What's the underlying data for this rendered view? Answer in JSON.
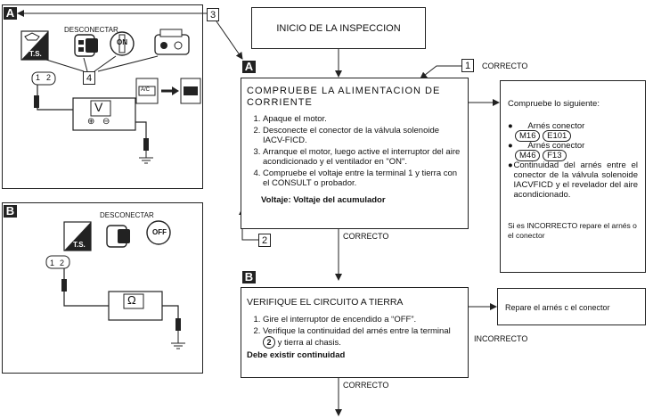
{
  "left": {
    "panel_a": {
      "tag": "A",
      "desconectar": "DESCONECTAR",
      "ts": "T.S.",
      "on": "ON",
      "callout": "4",
      "pins": [
        "1",
        "2"
      ],
      "meter": "V",
      "plus": "⊕",
      "minus": "⊖",
      "ac": "A/C"
    },
    "panel_b": {
      "tag": "B",
      "desconectar": "DESCONECTAR",
      "ts": "T.S.",
      "off": "OFF",
      "pins": [
        "1",
        "2"
      ],
      "meter": "Ω"
    }
  },
  "flow": {
    "start": "INICIO DE LA INSPECCION",
    "callout_3": "3",
    "callout_1": "1",
    "callout_2": "2",
    "correcto_top": "CORRECTO",
    "step_a": {
      "tag": "A",
      "title": "COMPRUEBE LA ALIMENTACION DE CORRIENTE",
      "items": [
        "Apaque el motor.",
        "Desconecte el conector de la válvula solenoide IACV-FICD.",
        "Arranque el motor, luego active el interruptor del aire acondicionado y el ventilador en \"ON\".",
        "Compruebe el voltaje entre la terminal 1 y tierra con el CONSULT o probador."
      ],
      "result": "Voltaje: Voltaje del acumulador"
    },
    "correcto_mid": "CORRECTO",
    "check": {
      "title": "Compruebe lo siguiente:",
      "b1": "Arnés conector",
      "c1a": "M16",
      "c1b": "E101",
      "b2": "Arnés conector",
      "c2a": "M46",
      "c2b": "F13",
      "b3": "Continuidad del arnés entre el conector de la válvula solenoide IACVFICD y el revelador del aire acondicionado.",
      "note": "Si es INCORRECTO repare el arnés o el conector"
    },
    "step_b": {
      "tag": "B",
      "title": "VERIFIQUE EL CIRCUITO A TIERRA",
      "item1": "Gire el interruptor de encendido a “OFF”.",
      "item2_pre": "Verifique la continuidad del arnés entre la terminal",
      "item2_num": "2",
      "item2_post": "y tierra al chasis.",
      "result": "Debe existir continuidad"
    },
    "repair": "Repare el arnés c el conector",
    "incorrecto": "INCORRECTO",
    "correcto_bottom": "CORRECTO"
  }
}
